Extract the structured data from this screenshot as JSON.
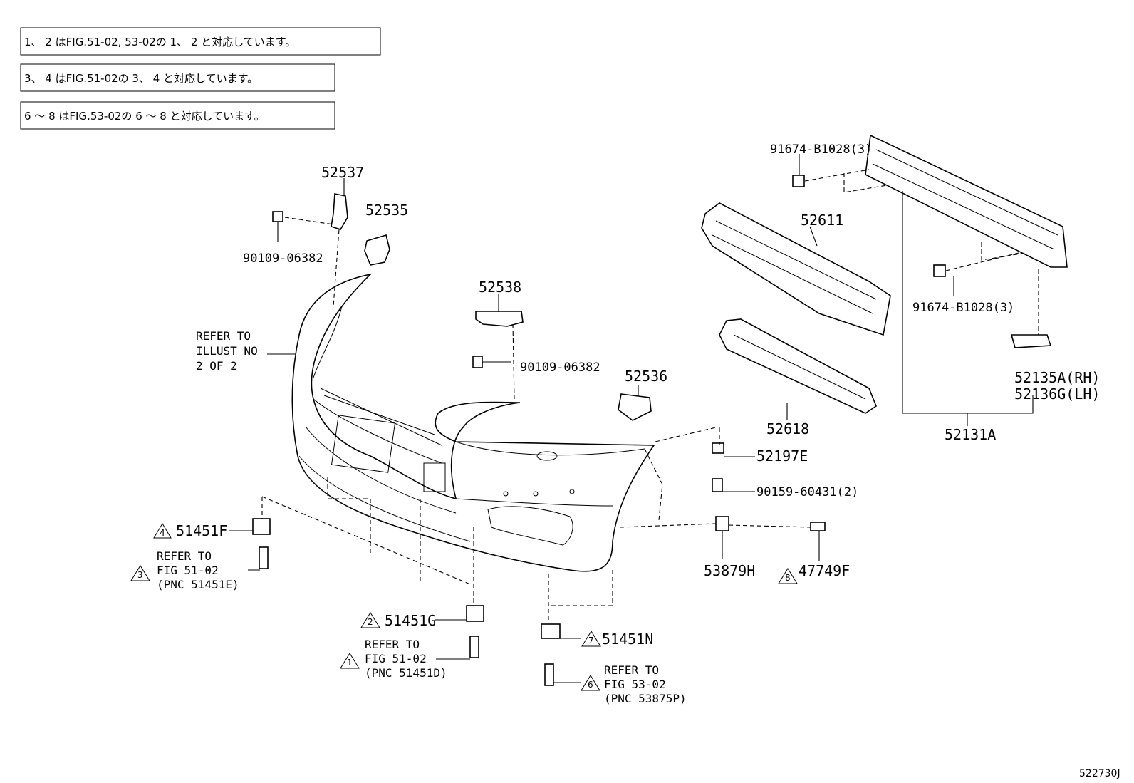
{
  "notes": [
    "1、 2 はFIG.51-02, 53-02の 1、 2 と対応しています。",
    "3、 4 はFIG.51-02の 3、 4 と対応しています。",
    "6 ～ 8 はFIG.53-02の 6 ～ 8 と対応しています。"
  ],
  "parts": {
    "p52537": "52537",
    "p52535": "52535",
    "p90109a": "90109-06382",
    "p52538": "52538",
    "p90109b": "90109-06382",
    "p52536": "52536",
    "p52611": "52611",
    "p91674a": "91674-B1028(3)",
    "p91674b": "91674-B1028(3)",
    "p52618": "52618",
    "p52135": "52135A(RH)",
    "p52136": "52136G(LH)",
    "p52131": "52131A",
    "p52197": "52197E",
    "p90159": "90159-60431(2)",
    "p53879": "53879H",
    "p47749": "47749F",
    "p51451f": "51451F",
    "p51451g": "51451G",
    "p51451n": "51451N"
  },
  "triangles": {
    "t1": "1",
    "t2": "2",
    "t3": "3",
    "t4": "4",
    "t6": "6",
    "t7": "7",
    "t8": "8"
  },
  "refs": {
    "illust": [
      "REFER TO",
      "ILLUST NO",
      "2 OF 2"
    ],
    "fig5102a": [
      "REFER TO",
      "FIG 51-02",
      "(PNC 51451E)"
    ],
    "fig5102b": [
      "REFER TO",
      "FIG 51-02",
      "(PNC 51451D)"
    ],
    "fig5302": [
      "REFER TO",
      "FIG 53-02",
      "(PNC 53875P)"
    ]
  },
  "figure_id": "522730J"
}
